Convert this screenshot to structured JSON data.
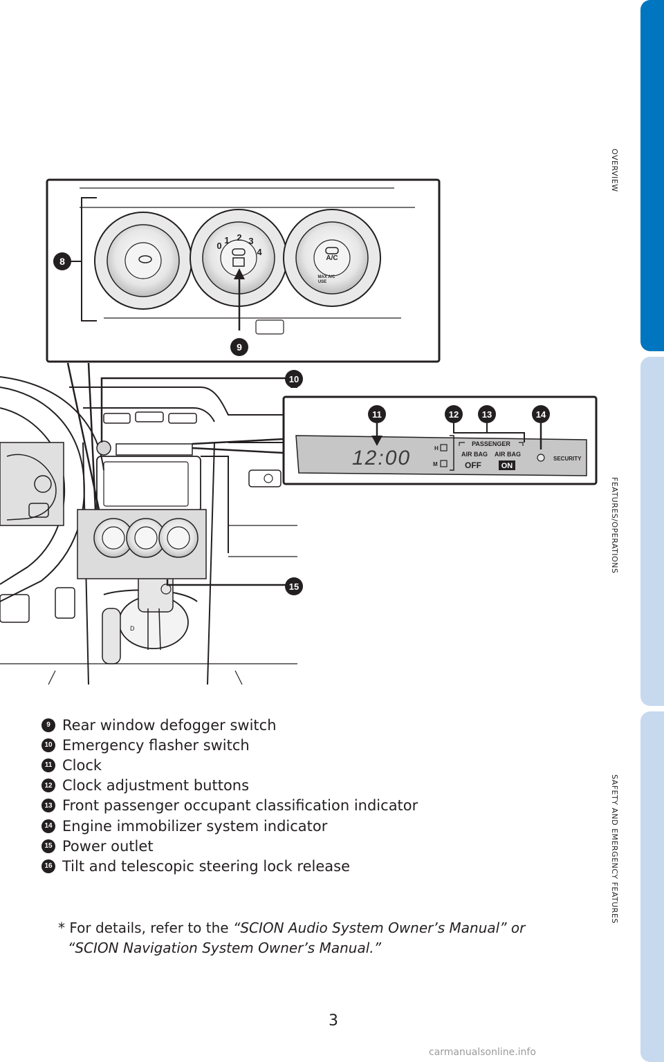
{
  "side_tabs": [
    {
      "label": "OVERVIEW",
      "color": "#0076c0"
    },
    {
      "label": "FEATURES/OPERATIONS",
      "color": "#c6d9ef"
    },
    {
      "label": "SAFETY AND EMERGENCY FEATURES",
      "color": "#c6d9ef"
    }
  ],
  "callouts": {
    "n8": "8",
    "n9": "9",
    "n10": "10",
    "n11": "11",
    "n12": "12",
    "n13": "13",
    "n14": "14",
    "n15": "15"
  },
  "display_panel": {
    "clock": "12:00",
    "h": "H",
    "m": "M",
    "passenger": "PASSENGER",
    "airbag_left": "AIR BAG",
    "airbag_right": "AIR BAG",
    "off": "OFF",
    "on": "ON",
    "security": "SECURITY"
  },
  "climate_labels": {
    "fan_speeds": [
      "0",
      "1",
      "2",
      "3",
      "4"
    ],
    "ac": "A/C",
    "max_ac": "MAX A/C",
    "use": "USE"
  },
  "legend": [
    {
      "num": "9",
      "text": "Rear window defogger switch"
    },
    {
      "num": "10",
      "text": "Emergency flasher switch"
    },
    {
      "num": "11",
      "text": "Clock"
    },
    {
      "num": "12",
      "text": "Clock adjustment buttons"
    },
    {
      "num": "13",
      "text": "Front passenger occupant classification indicator"
    },
    {
      "num": "14",
      "text": "Engine immobilizer system indicator"
    },
    {
      "num": "15",
      "text": "Power outlet"
    },
    {
      "num": "16",
      "text": "Tilt and telescopic steering lock release"
    }
  ],
  "footnote": {
    "prefix": "* For details, refer to the ",
    "italic_1": "“SCION Audio System Owner’s Manual” or",
    "italic_2": "“SCION Navigation System Owner’s Manual.”"
  },
  "page_number": "3",
  "watermark": "carmanualsonline.info"
}
